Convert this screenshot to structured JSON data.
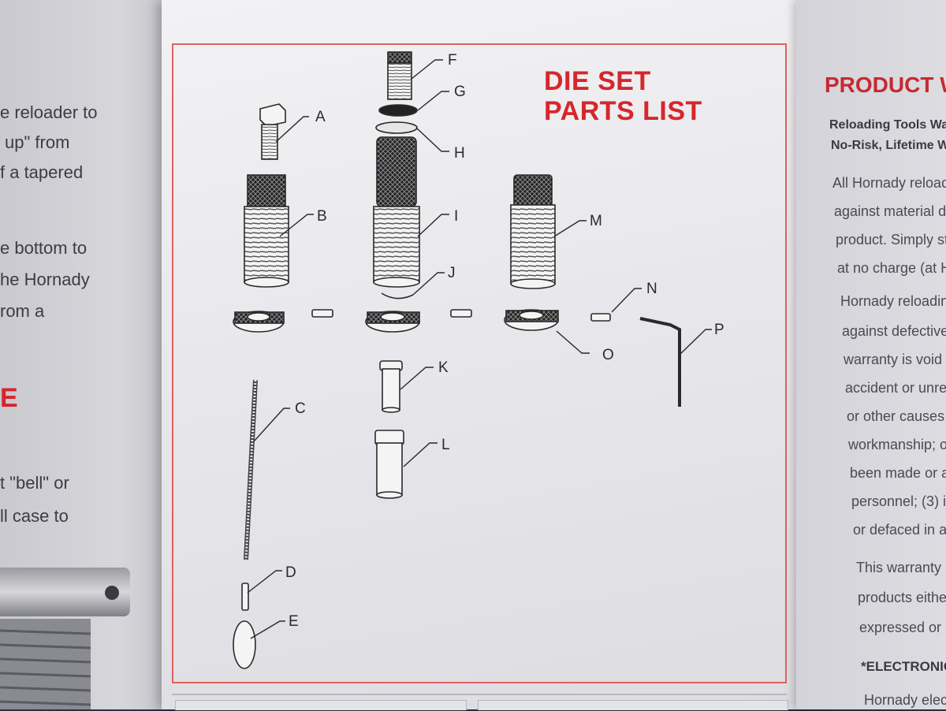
{
  "left_page": {
    "lines": [
      "e reloader to",
      "up\" from",
      "f a tapered",
      "e bottom to",
      "he Hornady",
      "rom a"
    ],
    "heading_fragment": "E",
    "lines2": [
      "t \"bell\" or",
      "ll case to"
    ]
  },
  "center_page": {
    "title_line1": "DIE SET",
    "title_line2": "PARTS LIST",
    "labels": [
      "A",
      "B",
      "C",
      "D",
      "E",
      "F",
      "G",
      "H",
      "I",
      "J",
      "K",
      "L",
      "M",
      "N",
      "O",
      "P"
    ]
  },
  "right_page": {
    "heading": "PRODUCT W",
    "sub1": "Reloading Tools Wa",
    "sub2": "No-Risk, Lifetime W",
    "para1": [
      "All Hornady reload",
      "against material d",
      "product. Simply st",
      "at no charge (at H"
    ],
    "para2": [
      "Hornady reloadin",
      "against defective",
      "warranty is void",
      "accident or unre",
      "or other causes",
      "workmanship; o",
      "been made or a",
      "personnel; (3) i",
      "or defaced in a"
    ],
    "para3": [
      "This warranty",
      "products eithe",
      "expressed or"
    ],
    "electronic": "*ELECTRONIC",
    "last": "Hornady elec"
  },
  "colors": {
    "accent_red": "#d6262c",
    "frame_red": "#e0605e",
    "ink": "#2a2a2a"
  }
}
